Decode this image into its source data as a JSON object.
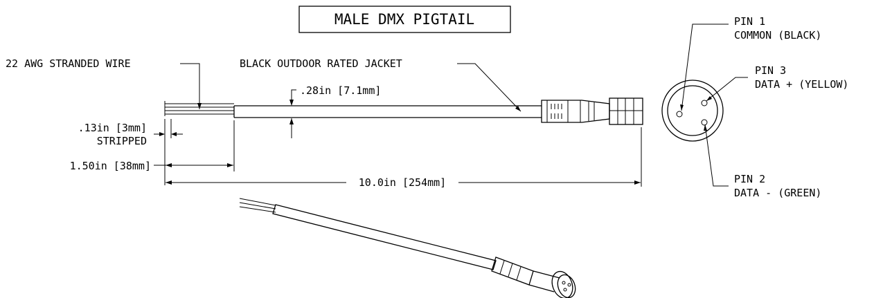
{
  "title": "MALE DMX PIGTAIL",
  "callouts": {
    "wire": "22 AWG STRANDED WIRE",
    "jacket": "BLACK OUTDOOR RATED JACKET",
    "jacket_dia": ".28in [7.1mm]",
    "strip_len": ".13in [3mm]",
    "strip_word": "STRIPPED",
    "lead_len": "1.50in [38mm]",
    "total_len": "10.0in [254mm]"
  },
  "pins": [
    {
      "name": "PIN 1",
      "desc": "COMMON (BLACK)"
    },
    {
      "name": "PIN 3",
      "desc": "DATA + (YELLOW)"
    },
    {
      "name": "PIN 2",
      "desc": "DATA - (GREEN)"
    }
  ]
}
